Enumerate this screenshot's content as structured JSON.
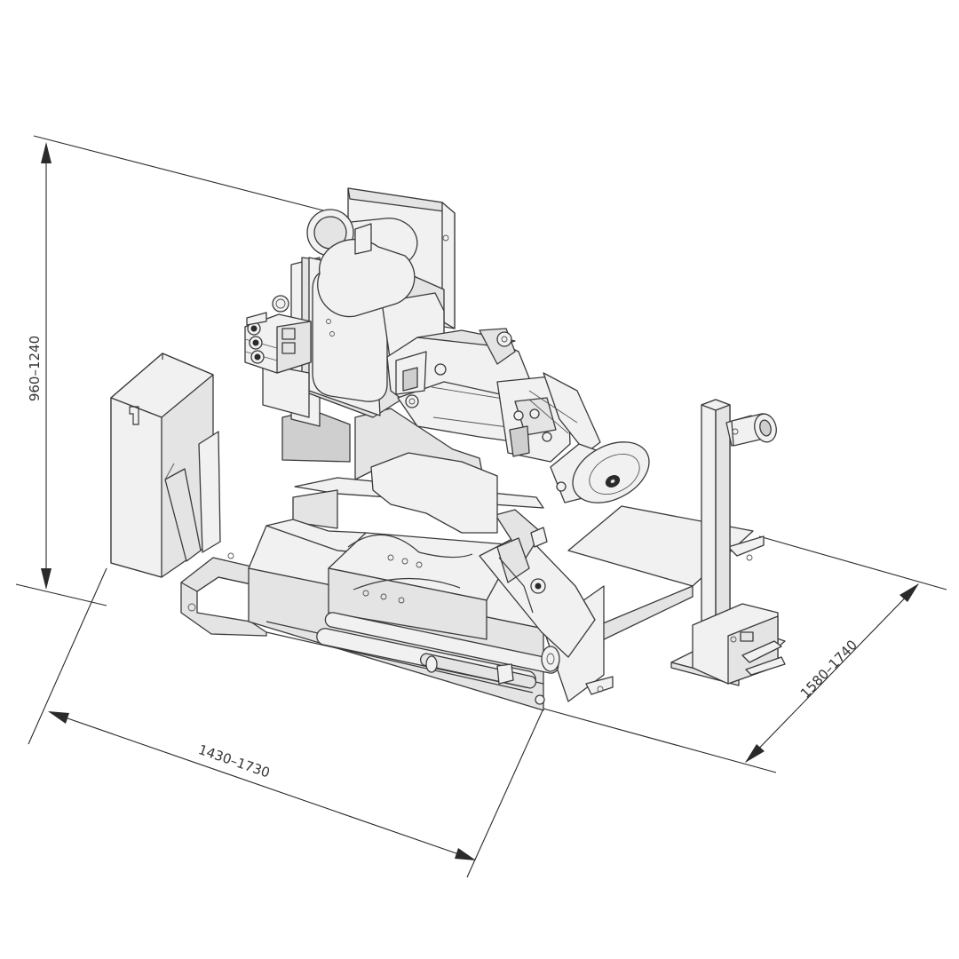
{
  "dimensions": {
    "height": "960–1240",
    "width": "1430–1730",
    "depth": "1580–1740"
  },
  "colors": {
    "line": "#3a3a3a",
    "fill": "#f1f1f1",
    "background": "#ffffff"
  }
}
